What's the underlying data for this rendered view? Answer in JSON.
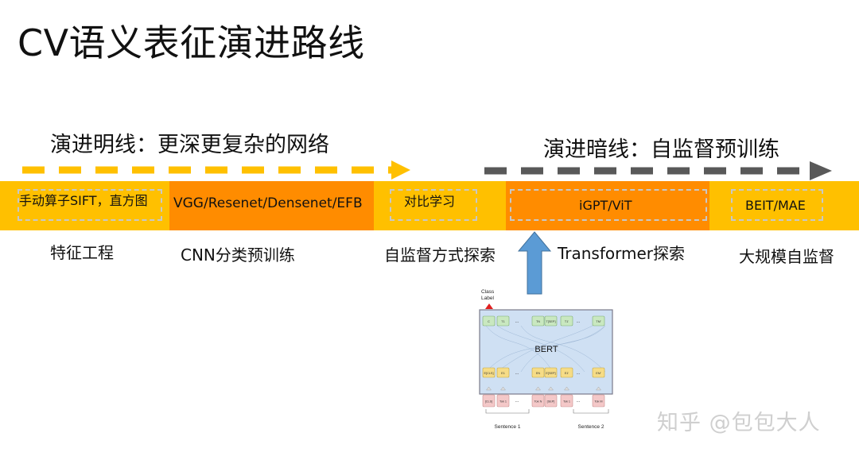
{
  "title": "CV语义表征演进路线",
  "explicit_line": {
    "label": "演进明线：更深更复杂的网络",
    "color": "#ffc000"
  },
  "implicit_line": {
    "label": "演进暗线：自监督预训练",
    "color": "#595959"
  },
  "segments": [
    {
      "text": "手动算子SIFT，直方图"
    },
    {
      "text": "VGG/Resenet/Densenet/EFB"
    },
    {
      "text": "对比学习"
    },
    {
      "text": "iGPT/ViT"
    },
    {
      "text": "BEIT/MAE"
    }
  ],
  "stages": [
    "特征工程",
    "CNN分类预训练",
    "自监督方式探索",
    "Transformer探索",
    "大规模自监督"
  ],
  "bert_figure": {
    "title": "BERT",
    "class_label": "Class Label",
    "top_tokens": [
      "C",
      "T1",
      "TN",
      "T[SEP]",
      "T1'",
      "TM'"
    ],
    "embed_tokens": [
      "E[CLS]",
      "E1",
      "EN",
      "E[SEP]",
      "E1'",
      "EM'"
    ],
    "input_tokens": [
      "[CLS]",
      "Tok 1",
      "Tok N",
      "[SEP]",
      "Tok 1",
      "Tok M"
    ],
    "ellipsis": "...",
    "sentence1": "Sentence 1",
    "sentence2": "Sentence 2"
  },
  "colors": {
    "band": "#ffc000",
    "band_highlight": "#ff8c00",
    "arrow_up": "#5b9bd5"
  },
  "watermark": "知乎 @包包大人"
}
